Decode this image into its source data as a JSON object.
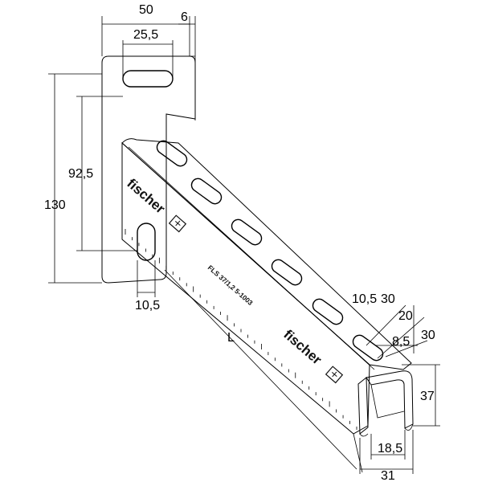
{
  "drawing": {
    "brand_text": "fischer",
    "brand_text_2": "fischer",
    "model_text": "FLS 37/1,2 5-1003",
    "colors": {
      "line": "#000000",
      "metal": "#d6d6d6",
      "metal_dark": "#a9a9a9",
      "metal_light": "#ececec",
      "background": "#ffffff"
    }
  },
  "dimensions": {
    "top_width": "50",
    "top_thickness": "6",
    "slot_width": "25,5",
    "height_total": "130",
    "height_slot": "92,5",
    "hole_width": "10,5",
    "length": "L",
    "slot_10_5": "10,5",
    "slot_30a": "30",
    "slot_20": "20",
    "slot_30b": "30",
    "slot_8_5": "8,5",
    "profile_height": "37",
    "profile_inner": "18,5",
    "profile_width": "31"
  }
}
